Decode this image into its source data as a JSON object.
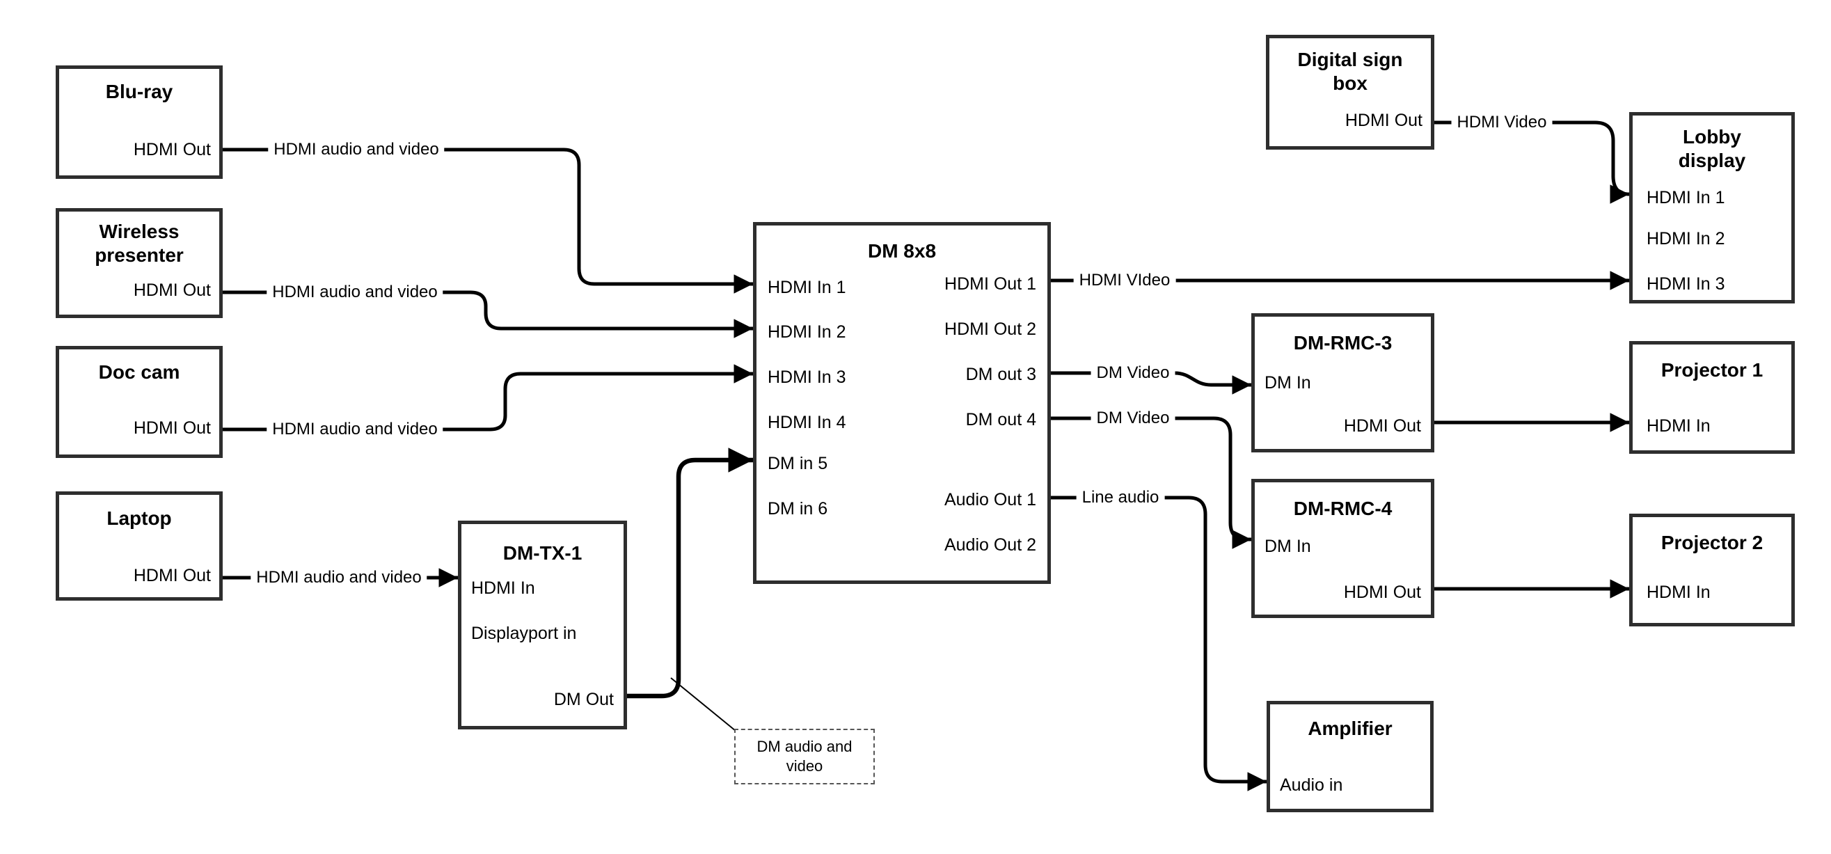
{
  "nodes": {
    "blu_ray": {
      "title": "Blu-ray",
      "ports": {
        "hdmi_out": "HDMI Out"
      }
    },
    "wireless_presenter": {
      "title_line1": "Wireless",
      "title_line2": "presenter",
      "ports": {
        "hdmi_out": "HDMI Out"
      }
    },
    "doc_cam": {
      "title": "Doc cam",
      "ports": {
        "hdmi_out": "HDMI Out"
      }
    },
    "laptop": {
      "title": "Laptop",
      "ports": {
        "hdmi_out": "HDMI Out"
      }
    },
    "dm_tx_1": {
      "title": "DM-TX-1",
      "ports": {
        "hdmi_in": "HDMI In",
        "displayport_in": "Displayport in",
        "dm_out": "DM Out"
      }
    },
    "dm_8x8": {
      "title": "DM 8x8",
      "ports": {
        "hdmi_in_1": "HDMI In 1",
        "hdmi_in_2": "HDMI In 2",
        "hdmi_in_3": "HDMI In 3",
        "hdmi_in_4": "HDMI In 4",
        "dm_in_5": "DM in 5",
        "dm_in_6": "DM in 6",
        "hdmi_out_1": "HDMI Out 1",
        "hdmi_out_2": "HDMI Out 2",
        "dm_out_3": "DM out 3",
        "dm_out_4": "DM out 4",
        "audio_out_1": "Audio Out 1",
        "audio_out_2": "Audio Out 2"
      }
    },
    "digital_sign_box": {
      "title_line1": "Digital sign",
      "title_line2": "box",
      "ports": {
        "hdmi_out": "HDMI Out"
      }
    },
    "lobby_display": {
      "title_line1": "Lobby",
      "title_line2": "display",
      "ports": {
        "hdmi_in_1": "HDMI In 1",
        "hdmi_in_2": "HDMI In 2",
        "hdmi_in_3": "HDMI In 3"
      }
    },
    "dm_rmc_3": {
      "title": "DM-RMC-3",
      "ports": {
        "dm_in": "DM In",
        "hdmi_out": "HDMI Out"
      }
    },
    "projector_1": {
      "title": "Projector 1",
      "ports": {
        "hdmi_in": "HDMI In"
      }
    },
    "dm_rmc_4": {
      "title": "DM-RMC-4",
      "ports": {
        "dm_in": "DM In",
        "hdmi_out": "HDMI Out"
      }
    },
    "projector_2": {
      "title": "Projector 2",
      "ports": {
        "hdmi_in": "HDMI In"
      }
    },
    "amplifier": {
      "title": "Amplifier",
      "ports": {
        "audio_in": "Audio in"
      }
    }
  },
  "edge_labels": {
    "blu_ray": "HDMI audio and video",
    "wireless_presenter": "HDMI audio and video",
    "doc_cam": "HDMI audio and video",
    "laptop": "HDMI audio and video",
    "hdmi_out_1": "HDMI VIdeo",
    "dm_out_3": "DM Video",
    "dm_out_4": "DM Video",
    "audio_out_1": "Line audio",
    "digital_sign": "HDMI Video"
  },
  "note": {
    "line1": "DM audio and",
    "line2": "video"
  },
  "colors": {
    "wire": "#000000",
    "box_border": "#2e2e2e",
    "background": "#ffffff",
    "text": "#000000"
  }
}
